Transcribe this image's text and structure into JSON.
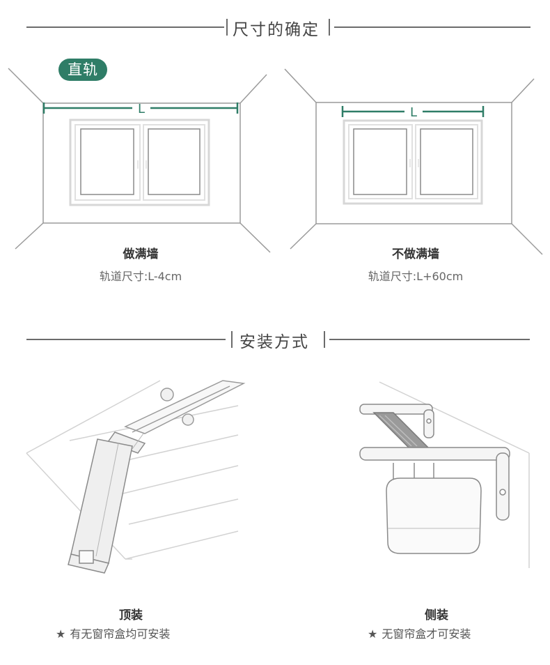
{
  "section1": {
    "title": "尺寸的确定"
  },
  "badge": {
    "label": "直轨"
  },
  "diagrams": [
    {
      "dimension_label": "L",
      "caption_title": "做满墙",
      "caption_sub": "轨道尺寸:L-4cm"
    },
    {
      "dimension_label": "L",
      "caption_title": "不做满墙",
      "caption_sub": "轨道尺寸:L+60cm"
    }
  ],
  "section2": {
    "title": "安装方式"
  },
  "install": [
    {
      "title": "顶装",
      "note": "有无窗帘盒均可安装"
    },
    {
      "title": "侧装",
      "note": "无窗帘盒才可安装"
    }
  ],
  "colors": {
    "accent": "#2f7d67",
    "line": "#6b6b6b"
  },
  "icons": {
    "note_marker": "star-icon"
  }
}
